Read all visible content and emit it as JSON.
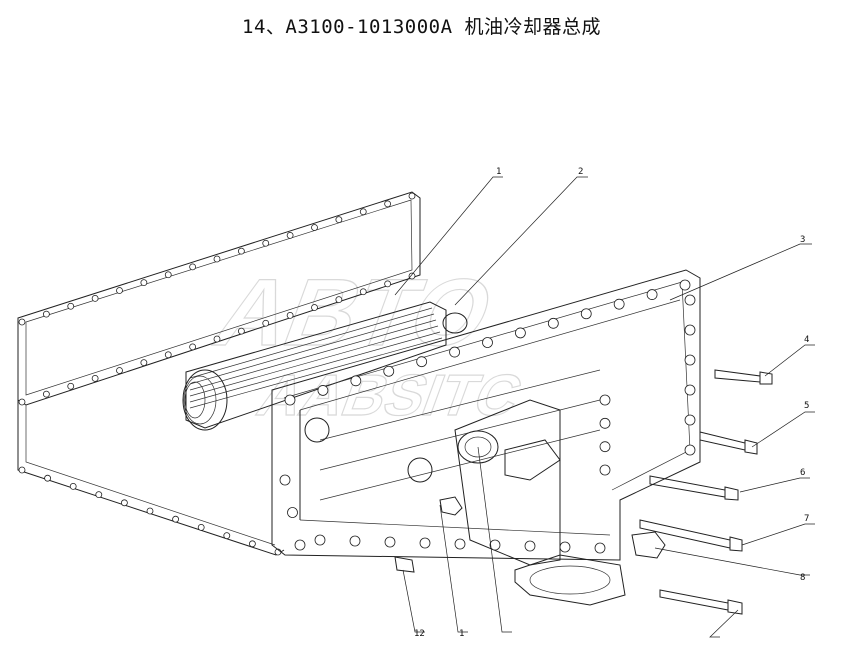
{
  "title": "14、A3100-1013000A 机油冷却器总成",
  "watermark": {
    "line1": "ABTO",
    "line2": "AABSITC"
  },
  "callouts": [
    {
      "id": "c1",
      "label": "1"
    },
    {
      "id": "c2",
      "label": "2"
    },
    {
      "id": "c3",
      "label": "3"
    },
    {
      "id": "c4",
      "label": "4"
    },
    {
      "id": "c5",
      "label": "5"
    },
    {
      "id": "c6",
      "label": "6"
    },
    {
      "id": "c7",
      "label": "7"
    },
    {
      "id": "c8",
      "label": "8"
    },
    {
      "id": "c12",
      "label": "12"
    },
    {
      "id": "cb1",
      "label": "1"
    },
    {
      "id": "cb2",
      "label": ""
    },
    {
      "id": "cb3",
      "label": ""
    }
  ]
}
